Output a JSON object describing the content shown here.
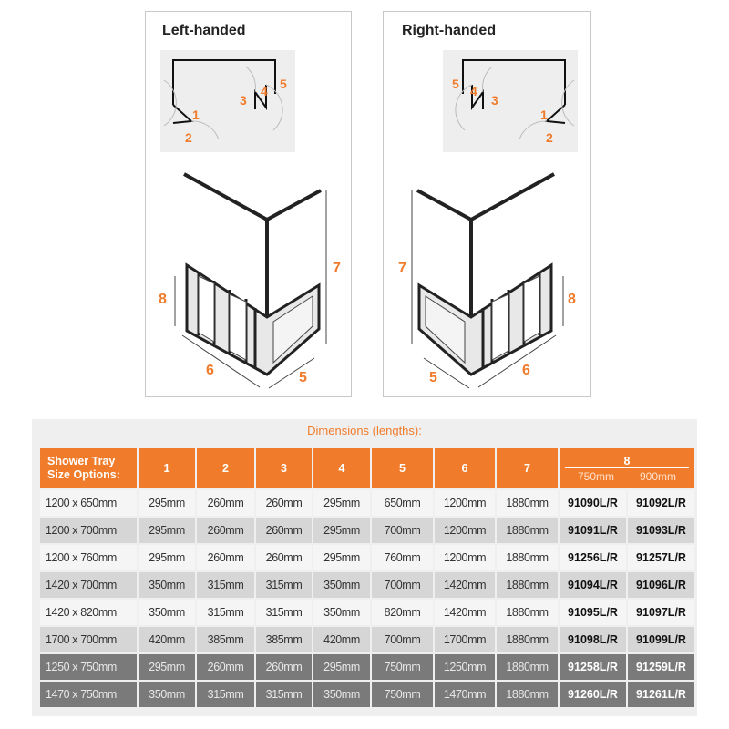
{
  "left_panel": {
    "title": "Left-handed",
    "plan_labels": [
      "1",
      "2",
      "3",
      "4",
      "5"
    ],
    "dim_labels": [
      "5",
      "6",
      "7",
      "8"
    ]
  },
  "right_panel": {
    "title": "Right-handed",
    "plan_labels": [
      "1",
      "2",
      "3",
      "4",
      "5"
    ],
    "dim_labels": [
      "5",
      "6",
      "7",
      "8"
    ]
  },
  "table": {
    "title": "Dimensions (lengths):",
    "header_first": "Shower Tray Size Options:",
    "columns": [
      "1",
      "2",
      "3",
      "4",
      "5",
      "6",
      "7"
    ],
    "col8": {
      "label": "8",
      "sub": [
        "750mm",
        "900mm"
      ]
    },
    "rows": [
      {
        "style": "light",
        "cells": [
          "1200 x 650mm",
          "295mm",
          "260mm",
          "260mm",
          "295mm",
          "650mm",
          "1200mm",
          "1880mm",
          "91090L/R",
          "91092L/R"
        ]
      },
      {
        "style": "mid",
        "cells": [
          "1200 x 700mm",
          "295mm",
          "260mm",
          "260mm",
          "295mm",
          "700mm",
          "1200mm",
          "1880mm",
          "91091L/R",
          "91093L/R"
        ]
      },
      {
        "style": "light",
        "cells": [
          "1200 x 760mm",
          "295mm",
          "260mm",
          "260mm",
          "295mm",
          "760mm",
          "1200mm",
          "1880mm",
          "91256L/R",
          "91257L/R"
        ]
      },
      {
        "style": "mid",
        "cells": [
          "1420 x 700mm",
          "350mm",
          "315mm",
          "315mm",
          "350mm",
          "700mm",
          "1420mm",
          "1880mm",
          "91094L/R",
          "91096L/R"
        ]
      },
      {
        "style": "light",
        "cells": [
          "1420 x 820mm",
          "350mm",
          "315mm",
          "315mm",
          "350mm",
          "820mm",
          "1420mm",
          "1880mm",
          "91095L/R",
          "91097L/R"
        ]
      },
      {
        "style": "mid",
        "cells": [
          "1700 x 700mm",
          "420mm",
          "385mm",
          "385mm",
          "420mm",
          "700mm",
          "1700mm",
          "1880mm",
          "91098L/R",
          "91099L/R"
        ]
      },
      {
        "style": "dark",
        "cells": [
          "1250 x 750mm",
          "295mm",
          "260mm",
          "260mm",
          "295mm",
          "750mm",
          "1250mm",
          "1880mm",
          "91258L/R",
          "91259L/R"
        ]
      },
      {
        "style": "dark",
        "cells": [
          "1470 x 750mm",
          "350mm",
          "315mm",
          "315mm",
          "350mm",
          "750mm",
          "1470mm",
          "1880mm",
          "91260L/R",
          "91261L/R"
        ]
      }
    ]
  }
}
